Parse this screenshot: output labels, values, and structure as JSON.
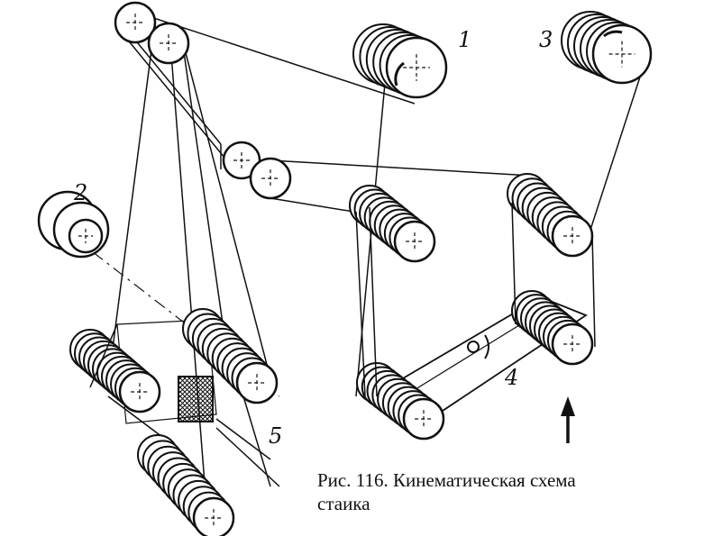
{
  "labels": {
    "l1": "1",
    "l2": "2",
    "l3": "3",
    "l4": "4",
    "l5": "5"
  },
  "caption": {
    "line1": "Рис. 116. Кинематическая схема",
    "line2": "стаика"
  },
  "colors": {
    "ink": "#111111",
    "paper": "#ffffff"
  }
}
